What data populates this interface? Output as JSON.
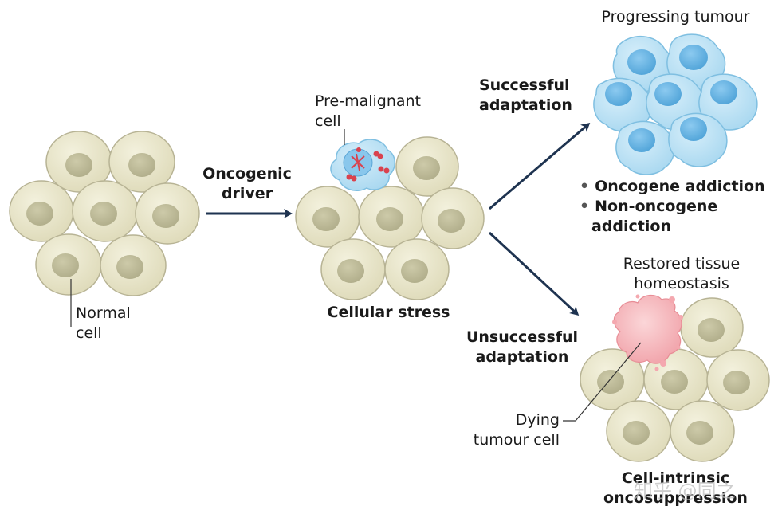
{
  "labels": {
    "normal_cell": [
      "Normal",
      "cell"
    ],
    "oncogenic_driver": [
      "Oncogenic",
      "driver"
    ],
    "pre_malignant_cell": [
      "Pre-malignant",
      "cell"
    ],
    "cellular_stress": "Cellular stress",
    "successful_adaptation": [
      "Successful",
      "adaptation"
    ],
    "progressing_tumour": "Progressing tumour",
    "oncogene_addiction": "Oncogene addiction",
    "non_oncogene_addiction": [
      "Non-oncogene",
      "addiction"
    ],
    "unsuccessful_adaptation": [
      "Unsuccessful",
      "adaptation"
    ],
    "restored_tissue_homeostasis": [
      "Restored tissue",
      "homeostasis"
    ],
    "dying_tumour_cell": [
      "Dying",
      "tumour cell"
    ],
    "cell_intrinsic_oncosuppression": [
      "Cell-intrinsic",
      "oncosuppression"
    ]
  },
  "watermark": "知乎 @同之",
  "colors": {
    "normal_cell_fill": "#e8e4c9",
    "normal_cell_stroke": "#b7b394",
    "normal_nucleus": "#c2bf9c",
    "tumour_cell_fill": "#bfe2f4",
    "tumour_cell_stroke": "#7fbfe1",
    "tumour_nucleus": "#6db5e2",
    "dying_cell_fill": "#f5b9be",
    "arrow": "#1e3350",
    "chromosome_dot": "#d9424e"
  }
}
